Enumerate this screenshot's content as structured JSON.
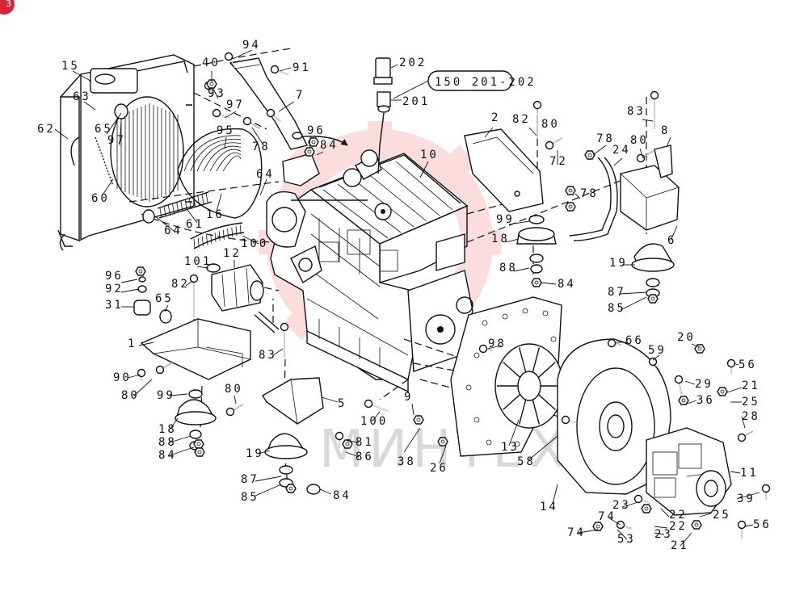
{
  "badge": "3",
  "watermark": {
    "text": "МИНТЕХ",
    "color": "#e3302f"
  },
  "callout_box": "150 201-202",
  "callouts": {
    "c15": "15",
    "c62": "62",
    "c63": "63",
    "c65a": "65",
    "c97a": "97",
    "c60": "60",
    "c64a": "64",
    "c61": "61",
    "c16": "16",
    "c95": "95",
    "c64b": "64",
    "c40": "40",
    "c94": "94",
    "c91": "91",
    "c93": "93",
    "c97b": "97",
    "c7": "7",
    "c78a": "78",
    "c96a": "96",
    "c84a": "84",
    "c202": "202",
    "c201": "201",
    "c10": "10",
    "c2": "2",
    "c82a": "82",
    "c80a": "80",
    "c72": "72",
    "c78b": "78",
    "c24": "24",
    "c83a": "83",
    "c80b": "80",
    "c8": "8",
    "c78c": "78",
    "c99a": "99",
    "c18a": "18",
    "c6": "6",
    "c88a": "88",
    "c84b": "84",
    "c19a": "19",
    "c87a": "87",
    "c85a": "85",
    "c100a": "100",
    "c101": "101",
    "c12": "12",
    "c96b": "96",
    "c92": "92",
    "c31": "31",
    "c82b": "82",
    "c65b": "65",
    "c1": "1",
    "c83b": "83",
    "c98": "98",
    "c66": "66",
    "c59": "59",
    "c20": "20",
    "c56a": "56",
    "c90": "90",
    "c80c": "80",
    "c99b": "99",
    "c18b": "18",
    "c88b": "88",
    "c84c": "84",
    "c80d": "80",
    "c5": "5",
    "c9": "9",
    "c100b": "100",
    "c29": "29",
    "c36": "36",
    "c21a": "21",
    "c25a": "25",
    "c28": "28",
    "c19b": "19",
    "c81": "81",
    "c86": "86",
    "c38": "38",
    "c26": "26",
    "c13": "13",
    "c58": "58",
    "c87b": "87",
    "c85b": "85",
    "c84d": "84",
    "c11": "11",
    "c39": "39",
    "c14": "14",
    "c74a": "74",
    "c23a": "23",
    "c22a": "22",
    "c25b": "25",
    "c56b": "56",
    "c74b": "74",
    "c53": "53",
    "c22b": "22",
    "c23b": "23",
    "c21b": "21"
  }
}
